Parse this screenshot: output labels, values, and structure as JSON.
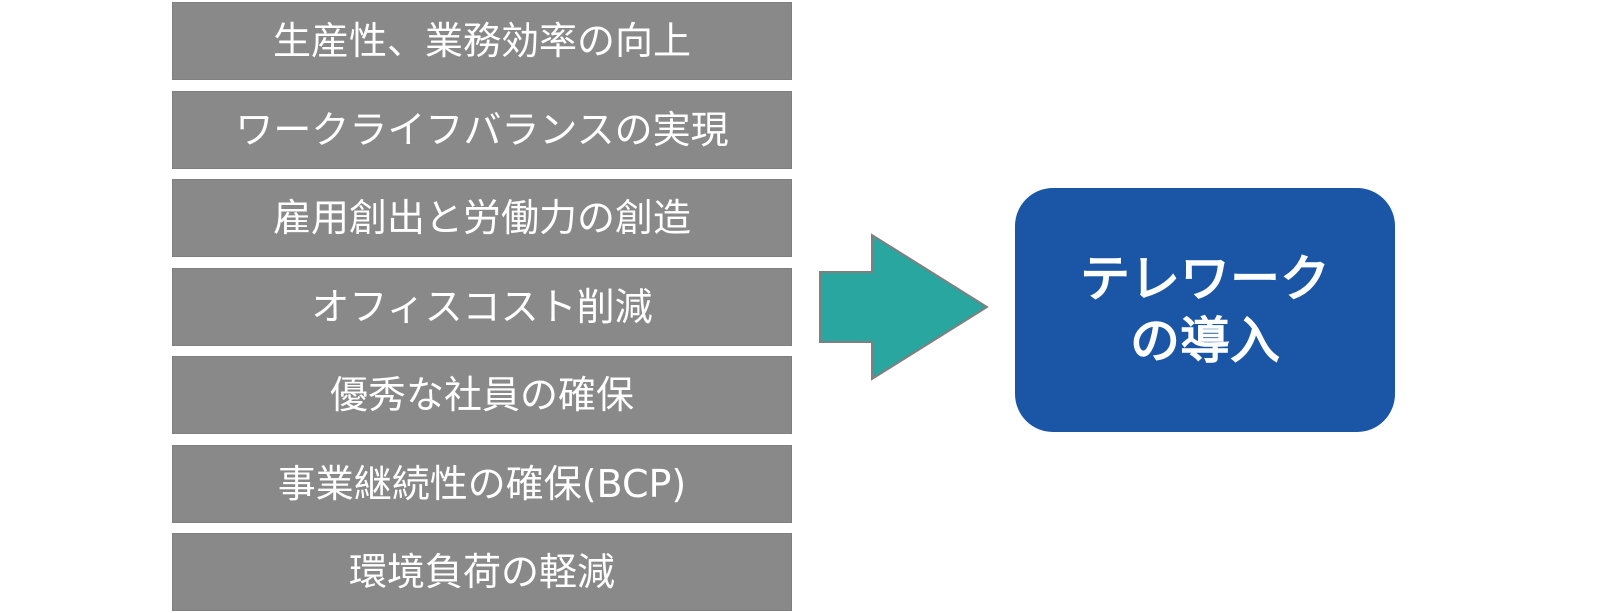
{
  "factors": [
    "生産性、業務効率の向上",
    "ワークライフバランスの実現",
    "雇用創出と労働力の創造",
    "オフィスコスト削減",
    "優秀な社員の確保",
    "事業継続性の確保(BCP)",
    "環境負荷の軽減"
  ],
  "result": {
    "line1": "テレワーク",
    "line2": "の導入"
  },
  "colors": {
    "factor_bar_bg": "#898989",
    "factor_bar_border": "#7F7F7F",
    "factor_bar_text": "#FFFFFF",
    "arrow_fill": "#2AA6A0",
    "arrow_outline": "#7F7F7F",
    "result_bg": "#1B55A5",
    "result_text": "#FFFFFF",
    "background": "#FFFFFF"
  }
}
